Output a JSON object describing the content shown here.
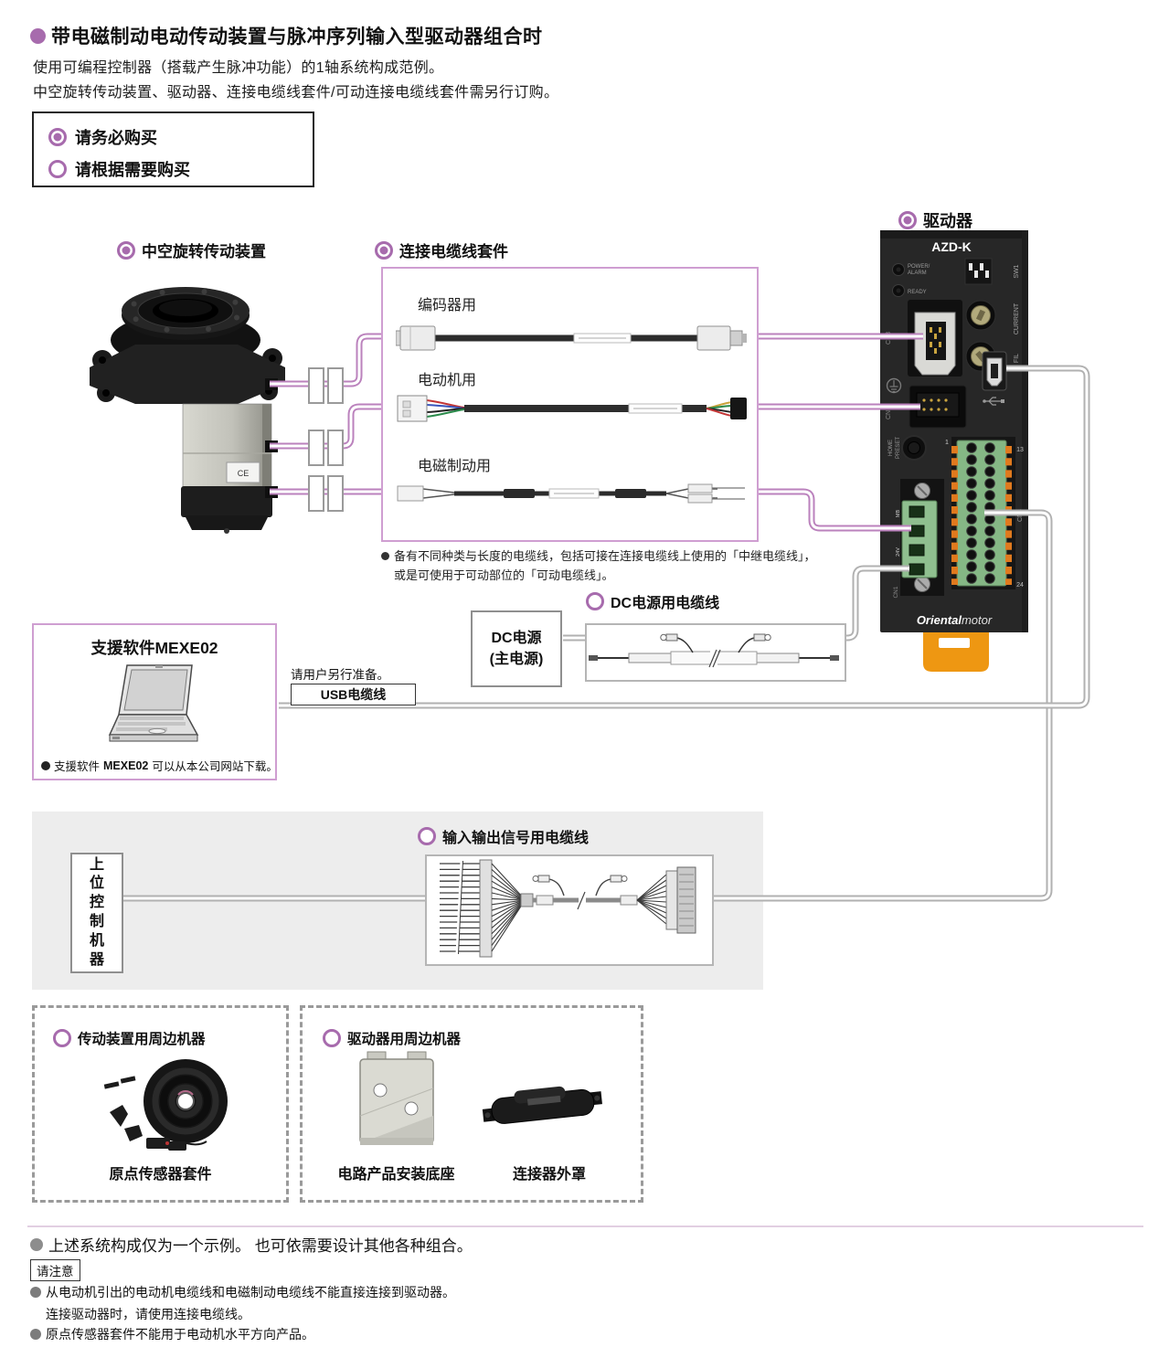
{
  "header": {
    "title": "带电磁制动电动传动装置与脉冲序列输入型驱动器组合时",
    "subtitle1": "使用可编程控制器（搭载产生脉冲功能）的1轴系统构成范例。",
    "subtitle2": "中空旋转传动装置、驱动器、连接电缆线套件/可动连接电缆线套件需另行订购。"
  },
  "legend": {
    "required": "请务必购买",
    "optional": "请根据需要购买"
  },
  "sections": {
    "actuator": "中空旋转传动装置",
    "cable_kit": "连接电缆线套件",
    "driver": "驱动器",
    "dc_cable": "DC电源用电缆线",
    "io_cable": "输入输出信号用电缆线",
    "actuator_peripherals": "传动装置用周边机器",
    "driver_peripherals": "驱动器用周边机器"
  },
  "cable_kit": {
    "encoder": "编码器用",
    "motor": "电动机用",
    "brake": "电磁制动用",
    "note1": "备有不同种类与长度的电缆线，包括可接在连接电缆线上使用的「中继电缆线」，",
    "note2": "或是可使用于可动部位的「可动电缆线」。"
  },
  "dc_power": {
    "line1": "DC电源",
    "line2": "(主电源)"
  },
  "software": {
    "title": "支援软件MEXE02",
    "note_pre": "支援软件",
    "note_bold": "MEXE02",
    "note_post": "可以从本公司网站下载。"
  },
  "usb": {
    "prepare": "请用户另行准备。",
    "label": "USB电缆线"
  },
  "host": {
    "label": "上位控制机器"
  },
  "peripherals": {
    "sensor_kit": "原点传感器套件",
    "bracket": "电路产品安装底座",
    "cover": "连接器外罩"
  },
  "driver_panel": {
    "model": "AZD-K",
    "power": "POWER/",
    "alarm": "ALARM",
    "ready": "READY",
    "sw1": "SW1",
    "current": "CURRENT",
    "fil": "FIL",
    "cn3": "CN3",
    "cn2": "CN2",
    "cn1": "CN1",
    "cn4": "CN4",
    "home": "HOME",
    "preset": "PRESET",
    "mb": "MB",
    "v24": "24V",
    "pin1": "1",
    "pin13": "13",
    "pin24": "24",
    "logo1": "Oriental",
    "logo2": "motor",
    "ce": "CE"
  },
  "footer": {
    "note1": "上述系统构成仅为一个示例。 也可依需要设计其他各种组合。",
    "caution_label": "请注意",
    "caution1": "从电动机引出的电动机电缆线和电磁制动电缆线不能直接连接到驱动器。",
    "caution1b": "连接驱动器时，请使用连接电缆线。",
    "caution2": "原点传感器套件不能用于电动机水平方向产品。"
  },
  "colors": {
    "accent_purple": "#a76bad",
    "line_purple": "#bb82bd",
    "box_pink": "#cf9ed1",
    "line_gray": "#b1b1b1",
    "band_gray": "#ededed",
    "din_orange": "#ee9712"
  }
}
